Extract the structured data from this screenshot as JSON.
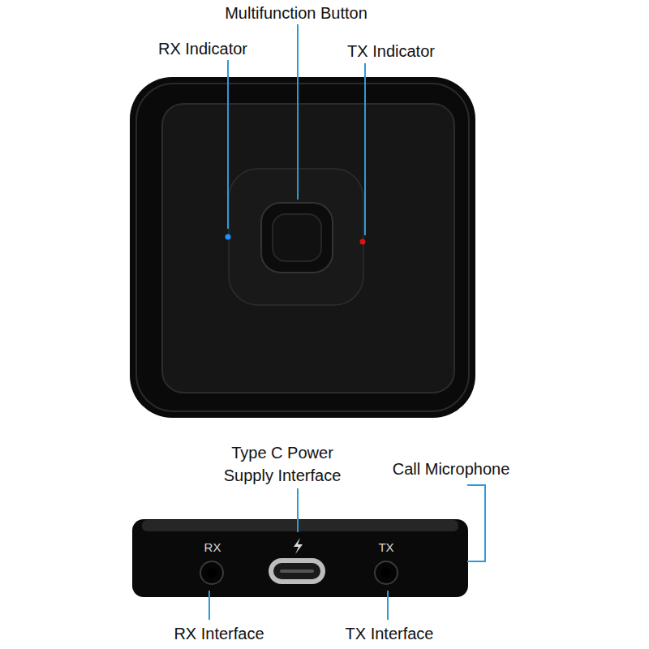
{
  "diagram": {
    "labels": [
      "Multifunction Button",
      "RX Indicator",
      "TX Indicator",
      "Type C Power Supply Interface",
      "Call Microphone",
      "RX",
      "TX",
      "RX Interface",
      "TX Interface"
    ]
  }
}
